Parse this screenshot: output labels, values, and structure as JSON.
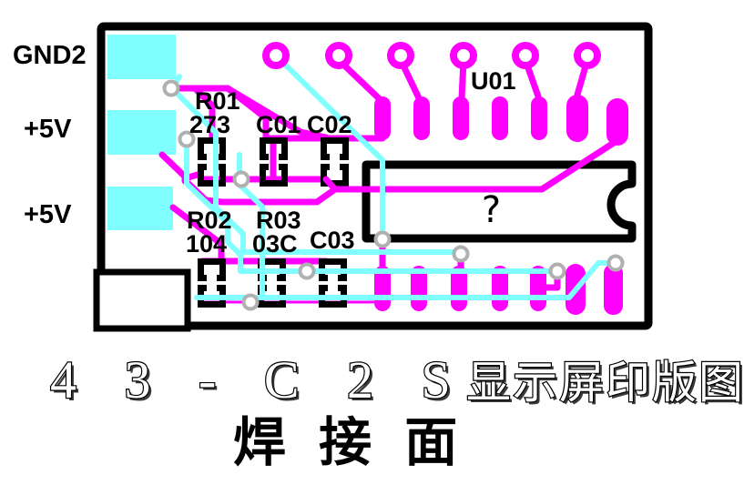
{
  "pcb": {
    "pin_labels": [
      {
        "text": "GND2"
      },
      {
        "text": "+5V"
      },
      {
        "text": "+5V"
      }
    ],
    "refdes": {
      "r01": "R01",
      "r01_value": "273",
      "c01": "C01",
      "c02": "C02",
      "r02": "R02",
      "r02_value": "104",
      "r03": "R03",
      "r03_value": "03C",
      "c03": "C03",
      "u01": "U01",
      "ic_mark": "?"
    },
    "colors": {
      "solder_side_trace": "#ff00ff",
      "component_side_trace": "#80ffff",
      "pad_cyan": "#80ffff",
      "silkscreen": "#000000",
      "via_ring": "#b0b0b0",
      "board": "#ffffff"
    }
  },
  "title": {
    "line1_code": "4 3 - C 2 S",
    "line1_cjk": "显示屏印版图",
    "line2": "焊 接 面"
  }
}
